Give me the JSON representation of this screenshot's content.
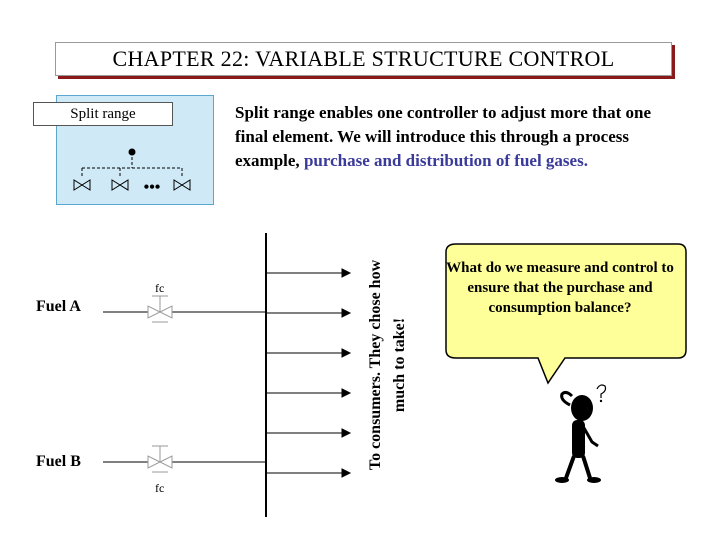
{
  "title": "CHAPTER 22: VARIABLE STRUCTURE CONTROL",
  "intro": {
    "text": "Split range enables one controller to adjust more that one final element.  We will introduce this through a process example, ",
    "highlight": "purchase and distribution of fuel gases."
  },
  "split_range_panel": {
    "label": "Split range",
    "ellipsis": "•••"
  },
  "process": {
    "fuel_a_label": "Fuel A",
    "fuel_b_label": "Fuel B",
    "valve_a_tag": "fc",
    "valve_b_tag": "fc",
    "consumers_note": "To consumers.  They chose how much to take!"
  },
  "callout": {
    "question": "What do we measure and control to ensure that the purchase and consumption balance?",
    "fill_color": "#ffff99"
  }
}
